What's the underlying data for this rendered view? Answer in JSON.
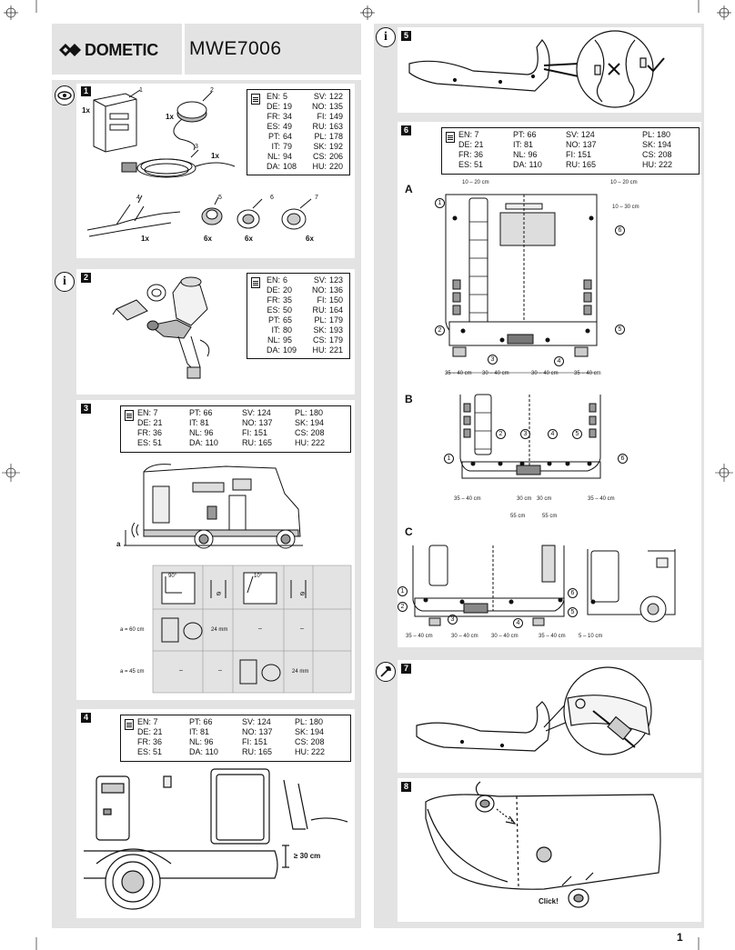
{
  "header": {
    "brand": "DOMETIC",
    "model": "MWE7006"
  },
  "page_number": "1",
  "sections": {
    "s1": {
      "number": "1",
      "icon": "eye-icon",
      "parts": [
        {
          "id": "1",
          "qty": "1x"
        },
        {
          "id": "2",
          "qty": "1x"
        },
        {
          "id": "3",
          "qty": "1x"
        },
        {
          "id": "4",
          "qty": "1x"
        },
        {
          "id": "5",
          "qty": "6x"
        },
        {
          "id": "6",
          "qty": "6x"
        },
        {
          "id": "7",
          "qty": "6x"
        }
      ],
      "languages": [
        {
          "lang": "EN:",
          "page": "5"
        },
        {
          "lang": "SV:",
          "page": "122"
        },
        {
          "lang": "DE:",
          "page": "19"
        },
        {
          "lang": "NO:",
          "page": "135"
        },
        {
          "lang": "FR:",
          "page": "34"
        },
        {
          "lang": "FI:",
          "page": "149"
        },
        {
          "lang": "ES:",
          "page": "49"
        },
        {
          "lang": "RU:",
          "page": "163"
        },
        {
          "lang": "PT:",
          "page": "64"
        },
        {
          "lang": "PL:",
          "page": "178"
        },
        {
          "lang": "IT:",
          "page": "79"
        },
        {
          "lang": "SK:",
          "page": "192"
        },
        {
          "lang": "NL:",
          "page": "94"
        },
        {
          "lang": "CS:",
          "page": "206"
        },
        {
          "lang": "DA:",
          "page": "108"
        },
        {
          "lang": "HU:",
          "page": "220"
        }
      ]
    },
    "s2": {
      "number": "2",
      "icon": "info-icon",
      "languages": [
        {
          "lang": "EN:",
          "page": "6"
        },
        {
          "lang": "SV:",
          "page": "123"
        },
        {
          "lang": "DE:",
          "page": "20"
        },
        {
          "lang": "NO:",
          "page": "136"
        },
        {
          "lang": "FR:",
          "page": "35"
        },
        {
          "lang": "FI:",
          "page": "150"
        },
        {
          "lang": "ES:",
          "page": "50"
        },
        {
          "lang": "RU:",
          "page": "164"
        },
        {
          "lang": "PT:",
          "page": "65"
        },
        {
          "lang": "PL:",
          "page": "179"
        },
        {
          "lang": "IT:",
          "page": "80"
        },
        {
          "lang": "SK:",
          "page": "193"
        },
        {
          "lang": "NL:",
          "page": "95"
        },
        {
          "lang": "CS:",
          "page": "179"
        },
        {
          "lang": "DA:",
          "page": "109"
        },
        {
          "lang": "HU:",
          "page": "221"
        }
      ]
    },
    "s3": {
      "number": "3",
      "languages": [
        {
          "lang": "EN:",
          "page": "7"
        },
        {
          "lang": "PT:",
          "page": "66"
        },
        {
          "lang": "SV:",
          "page": "124"
        },
        {
          "lang": "PL:",
          "page": "180"
        },
        {
          "lang": "DE:",
          "page": "21"
        },
        {
          "lang": "IT:",
          "page": "81"
        },
        {
          "lang": "NO:",
          "page": "137"
        },
        {
          "lang": "SK:",
          "page": "194"
        },
        {
          "lang": "FR:",
          "page": "36"
        },
        {
          "lang": "NL:",
          "page": "96"
        },
        {
          "lang": "FI:",
          "page": "151"
        },
        {
          "lang": "CS:",
          "page": "208"
        },
        {
          "lang": "ES:",
          "page": "51"
        },
        {
          "lang": "DA:",
          "page": "110"
        },
        {
          "lang": "RU:",
          "page": "165"
        },
        {
          "lang": "HU:",
          "page": "222"
        }
      ],
      "height_label": "a",
      "angle_90": "90°",
      "angle_10": "10°",
      "diameter": "⌀",
      "table": [
        {
          "row": "a = 60 cm",
          "c1": "24 mm",
          "c2": "–",
          "c3": "–"
        },
        {
          "row": "a = 45 cm",
          "c0": "–",
          "c1": "–",
          "c3": "24 mm"
        }
      ]
    },
    "s4": {
      "number": "4",
      "languages": [
        {
          "lang": "EN:",
          "page": "7"
        },
        {
          "lang": "PT:",
          "page": "66"
        },
        {
          "lang": "SV:",
          "page": "124"
        },
        {
          "lang": "PL:",
          "page": "180"
        },
        {
          "lang": "DE:",
          "page": "21"
        },
        {
          "lang": "IT:",
          "page": "81"
        },
        {
          "lang": "NO:",
          "page": "137"
        },
        {
          "lang": "SK:",
          "page": "194"
        },
        {
          "lang": "FR:",
          "page": "36"
        },
        {
          "lang": "NL:",
          "page": "96"
        },
        {
          "lang": "FI:",
          "page": "151"
        },
        {
          "lang": "CS:",
          "page": "208"
        },
        {
          "lang": "ES:",
          "page": "51"
        },
        {
          "lang": "DA:",
          "page": "110"
        },
        {
          "lang": "RU:",
          "page": "165"
        },
        {
          "lang": "HU:",
          "page": "222"
        }
      ],
      "min_height": "≥ 30 cm"
    },
    "s5": {
      "number": "5",
      "icon": "info-icon"
    },
    "s6": {
      "number": "6",
      "languages": [
        {
          "lang": "EN:",
          "page": "7"
        },
        {
          "lang": "PT:",
          "page": "66"
        },
        {
          "lang": "SV:",
          "page": "124"
        },
        {
          "lang": "PL:",
          "page": "180"
        },
        {
          "lang": "DE:",
          "page": "21"
        },
        {
          "lang": "IT:",
          "page": "81"
        },
        {
          "lang": "NO:",
          "page": "137"
        },
        {
          "lang": "SK:",
          "page": "194"
        },
        {
          "lang": "FR:",
          "page": "36"
        },
        {
          "lang": "NL:",
          "page": "96"
        },
        {
          "lang": "FI:",
          "page": "151"
        },
        {
          "lang": "CS:",
          "page": "208"
        },
        {
          "lang": "ES:",
          "page": "51"
        },
        {
          "lang": "DA:",
          "page": "110"
        },
        {
          "lang": "RU:",
          "page": "165"
        },
        {
          "lang": "HU:",
          "page": "222"
        }
      ],
      "A": {
        "label": "A",
        "top_left": "10 – 20 cm",
        "top_right": "10 – 20 cm",
        "right_v": "10 – 30 cm",
        "bottom": [
          "35 – 40 cm",
          "30 – 40 cm",
          "30 – 40 cm",
          "35 – 40 cm"
        ]
      },
      "B": {
        "label": "B",
        "left": "35 – 40 cm",
        "right": "35 – 40 cm",
        "center1": "30 cm",
        "center2": "30 cm",
        "lower1": "55 cm",
        "lower2": "55 cm"
      },
      "C": {
        "label": "C",
        "bottom": [
          "35 – 40 cm",
          "30 – 40 cm",
          "30 – 40 cm",
          "35 – 40 cm",
          "5 – 10 cm"
        ]
      },
      "markers": [
        "1",
        "2",
        "3",
        "4",
        "5",
        "6"
      ]
    },
    "s7": {
      "number": "7",
      "icon": "wrench-icon"
    },
    "s8": {
      "number": "8",
      "click": "Click!"
    }
  }
}
